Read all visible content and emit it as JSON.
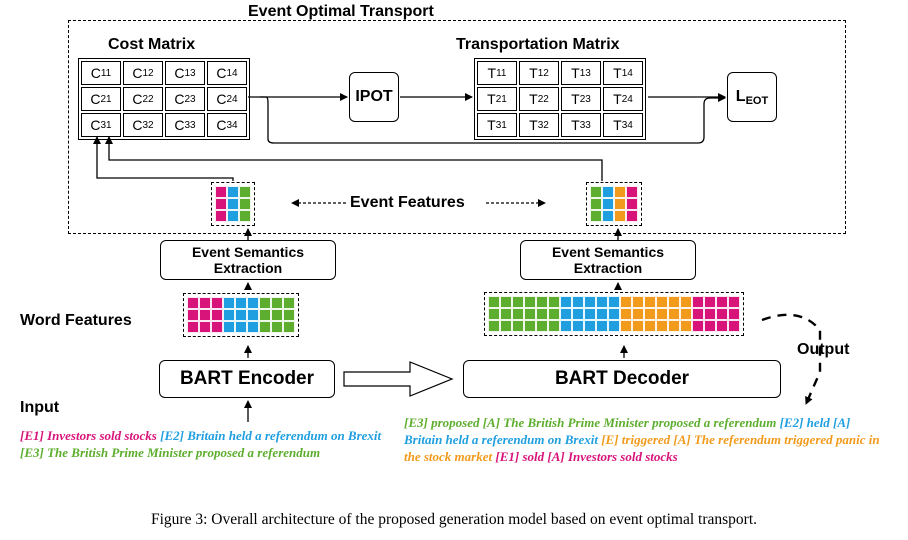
{
  "title": "Event Optimal Transport",
  "cost_matrix": {
    "label": "Cost Matrix",
    "cells": [
      [
        "C11",
        "C12",
        "C13",
        "C14"
      ],
      [
        "C21",
        "C22",
        "C23",
        "C24"
      ],
      [
        "C31",
        "C32",
        "C33",
        "C34"
      ]
    ]
  },
  "transport_matrix": {
    "label": "Transportation Matrix",
    "cells": [
      [
        "T11",
        "T12",
        "T13",
        "T14"
      ],
      [
        "T21",
        "T22",
        "T23",
        "T24"
      ],
      [
        "T31",
        "T32",
        "T33",
        "T34"
      ]
    ]
  },
  "ipot_label": "IPOT",
  "loss_label": "L",
  "loss_sub": "EOT",
  "event_features_label": "Event Features",
  "extraction_label_line1": "Event Semantics",
  "extraction_label_line2": "Extraction",
  "word_features_label": "Word Features",
  "encoder_label": "BART Encoder",
  "decoder_label": "BART Decoder",
  "input_label": "Input",
  "output_label": "Output",
  "colors": {
    "magenta": "#D8137A",
    "blue": "#1F9FE0",
    "green": "#5DAE2E",
    "orange": "#F29A1C"
  },
  "input_text": [
    {
      "t": "[E1] Investors sold stocks ",
      "c": "magenta"
    },
    {
      "t": "[E2] Britain held a referendum on Brexit ",
      "c": "blue"
    },
    {
      "t": "[E3] The British Prime Minister proposed a referendum",
      "c": "green"
    }
  ],
  "output_text": [
    {
      "t": "[E3] proposed [A] The British Prime Minister proposed a referendum ",
      "c": "green"
    },
    {
      "t": "[E2] held [A] Britain held a referendum on Brexit ",
      "c": "blue"
    },
    {
      "t": "[E] triggered [A] The referendum triggered panic in the stock market ",
      "c": "orange"
    },
    {
      "t": "[E1] sold [A] Investors sold stocks",
      "c": "magenta"
    }
  ],
  "caption": "Figure 3: Overall architecture of the proposed generation model based on event optimal transport."
}
